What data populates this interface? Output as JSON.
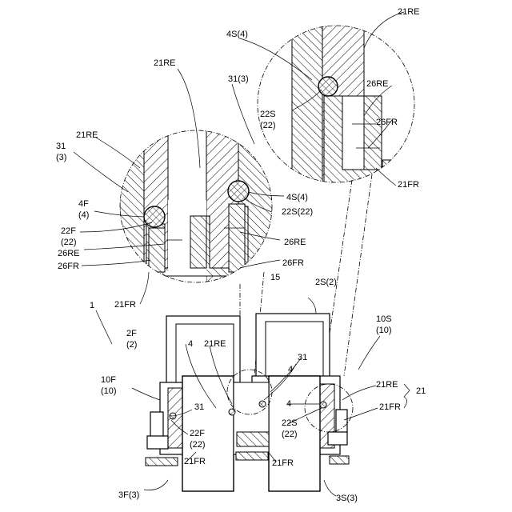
{
  "labels": {
    "main_ref": "1",
    "ref_15": "15",
    "ref_21": "21",
    "ref_2F": "2F",
    "ref_2F_paren": "(2)",
    "ref_2S": "2S(2)",
    "ref_10F": "10F",
    "ref_10F_paren": "(10)",
    "ref_10S": "10S",
    "ref_10S_paren": "(10)",
    "ref_3F": "3F(3)",
    "ref_3S": "3S(3)",
    "ref_31_top": "31(3)",
    "ref_31_left": "31",
    "ref_31_left_paren": "(3)",
    "ref_31_main_left": "31",
    "ref_31_main_mid": "31",
    "ref_4F": "4F",
    "ref_4F_paren": "(4)",
    "ref_4S_top": "4S(4)",
    "ref_4S_left": "4S(4)",
    "ref_4_a": "4",
    "ref_4_b": "4",
    "ref_4_c": "4",
    "ref_22F": "22F",
    "ref_22F_paren": "(22)",
    "ref_22F_main": "22F",
    "ref_22F_main_paren": "(22)",
    "ref_22S_top": "22S",
    "ref_22S_top_paren": "(22)",
    "ref_22S_left": "22S(22)",
    "ref_22S_main": "22S",
    "ref_22S_main_paren": "(22)",
    "ref_21RE_topright": "21RE",
    "ref_21RE_topleft": "21RE",
    "ref_21RE_left": "21RE",
    "ref_21RE_main_a": "21RE",
    "ref_21RE_main_b": "21RE",
    "ref_21FR_left": "21FR",
    "ref_21FR_right": "21FR",
    "ref_21FR_main_a": "21FR",
    "ref_21FR_main_b": "21FR",
    "ref_21FR_main_c": "21FR",
    "ref_26RE_a": "26RE",
    "ref_26RE_b": "26RE",
    "ref_26RE_c": "26RE",
    "ref_26FR_a": "26FR",
    "ref_26FR_b": "26FR",
    "ref_26FR_c": "26FR"
  }
}
